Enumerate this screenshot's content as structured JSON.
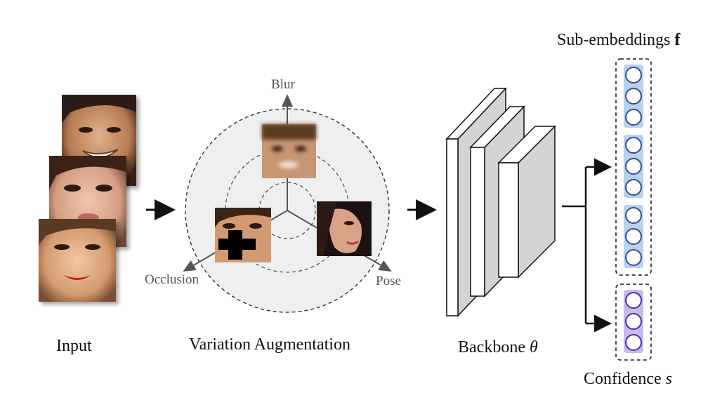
{
  "stages": {
    "input": "Input",
    "augmentation": "Variation Augmentation",
    "backbone": "Backbone",
    "backbone_symbol": "θ"
  },
  "axes": {
    "blur": "Blur",
    "occlusion": "Occlusion",
    "pose": "Pose"
  },
  "outputs": {
    "sub_embeddings": "Sub-embeddings",
    "sub_embeddings_symbol": "f",
    "confidence": "Confidence",
    "confidence_symbol": "s"
  },
  "sub_embedding_groups": 3,
  "units_per_group": 3,
  "confidence_units": 3,
  "colors": {
    "embedding_fill": "#b8d1ee",
    "embedding_stroke": "#2f4f8a",
    "confidence_fill": "#c9b8ea",
    "confidence_stroke": "#4a2f9a",
    "augmentation_bg": "#efefef",
    "backbone_face": "#d3d3d3"
  },
  "icons": [
    "face-photo-1",
    "face-photo-2",
    "face-photo-3",
    "blurred-face",
    "occluded-face",
    "profile-face"
  ]
}
